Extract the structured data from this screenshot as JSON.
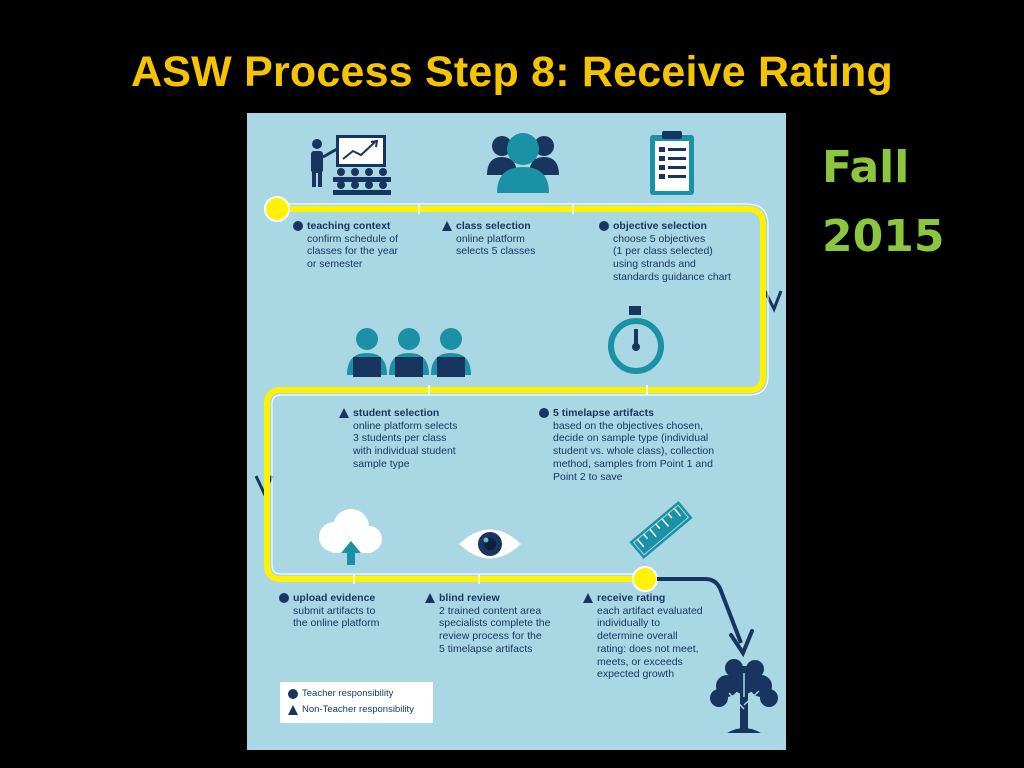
{
  "slide": {
    "title": "ASW Process Step 8: Receive Rating",
    "side_line1": "Fall",
    "side_line2": "2015"
  },
  "colors": {
    "background": "#000000",
    "title": "#f5c400",
    "side_text": "#8cc63f",
    "panel": "#a9d7e3",
    "path": "#fff200",
    "navy": "#17355f",
    "teal": "#1a91a4"
  },
  "steps": [
    {
      "marker": "circle",
      "title": "teaching context",
      "body": "confirm schedule of\nclasses for the year\nor semester",
      "icon": "teacher-classroom-icon"
    },
    {
      "marker": "triangle",
      "title": "class selection",
      "body": "online platform\nselects 5 classes",
      "icon": "group-icon"
    },
    {
      "marker": "circle",
      "title": "objective selection",
      "body": "choose 5 objectives\n(1 per class selected)\nusing strands and\nstandards guidance chart",
      "icon": "clipboard-checklist-icon"
    },
    {
      "marker": "triangle",
      "title": "student selection",
      "body": "online platform selects\n3 students per class\nwith individual student\nsample type",
      "icon": "students-at-laptops-icon"
    },
    {
      "marker": "circle",
      "title": "5 timelapse artifacts",
      "body": "based on the objectives chosen,\ndecide on sample type (individual\nstudent vs. whole class), collection\nmethod, samples from Point 1 and\nPoint 2 to save",
      "icon": "stopwatch-icon"
    },
    {
      "marker": "circle",
      "title": "upload evidence",
      "body": "submit artifacts to\nthe online platform",
      "icon": "cloud-upload-icon"
    },
    {
      "marker": "triangle",
      "title": "blind review",
      "body": "2 trained content area\nspecialists complete the\nreview process for the\n5 timelapse artifacts",
      "icon": "eye-icon"
    },
    {
      "marker": "triangle",
      "title": "receive rating",
      "body": "each artifact evaluated\nindividually to\ndetermine overall\nrating: does not meet,\nmeets, or exceeds\nexpected growth",
      "icon": "ruler-icon"
    }
  ],
  "legend": {
    "teacher": "Teacher responsibility",
    "non_teacher": "Non-Teacher responsibility"
  }
}
